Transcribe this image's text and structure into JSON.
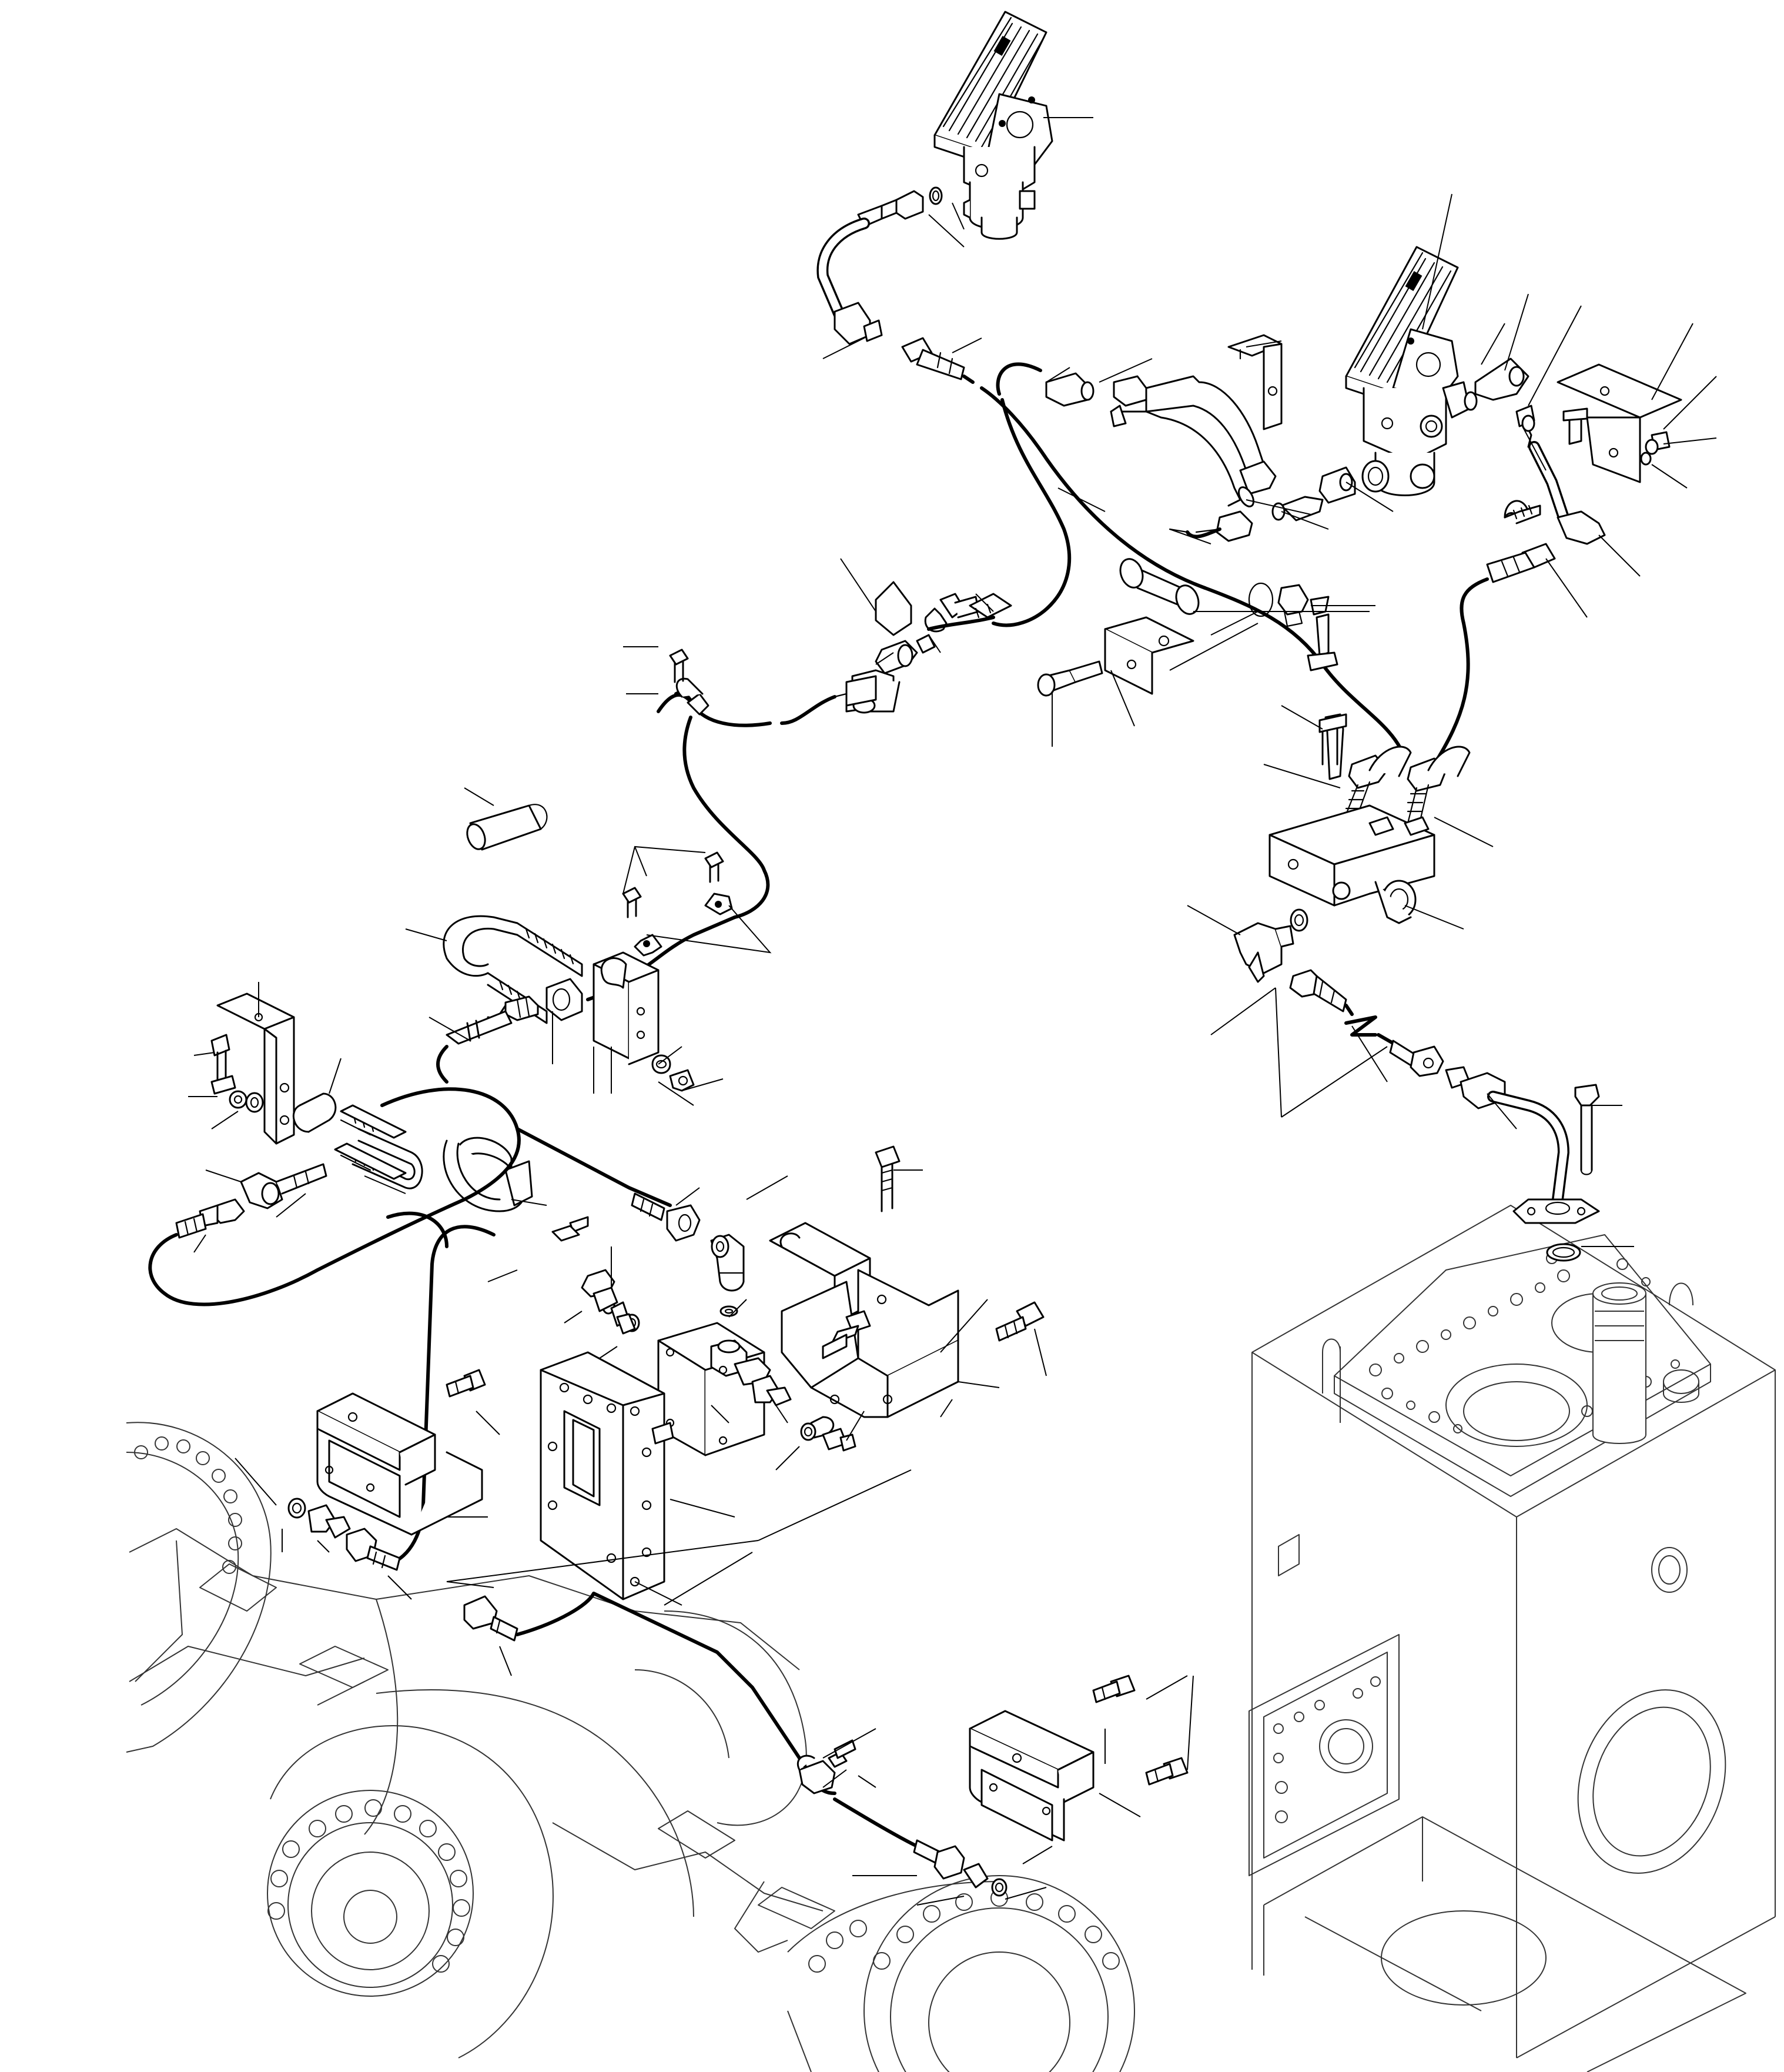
{
  "diagram": {
    "type": "exploded-parts-diagram",
    "labels_visible": false,
    "components": [
      "upper-brake-pedal-valve",
      "right-brake-pedal-valve",
      "brake-hoses",
      "distribution-block",
      "brake-valve-assembly",
      "mounting-brackets",
      "front-axle",
      "transmission-housing"
    ]
  }
}
